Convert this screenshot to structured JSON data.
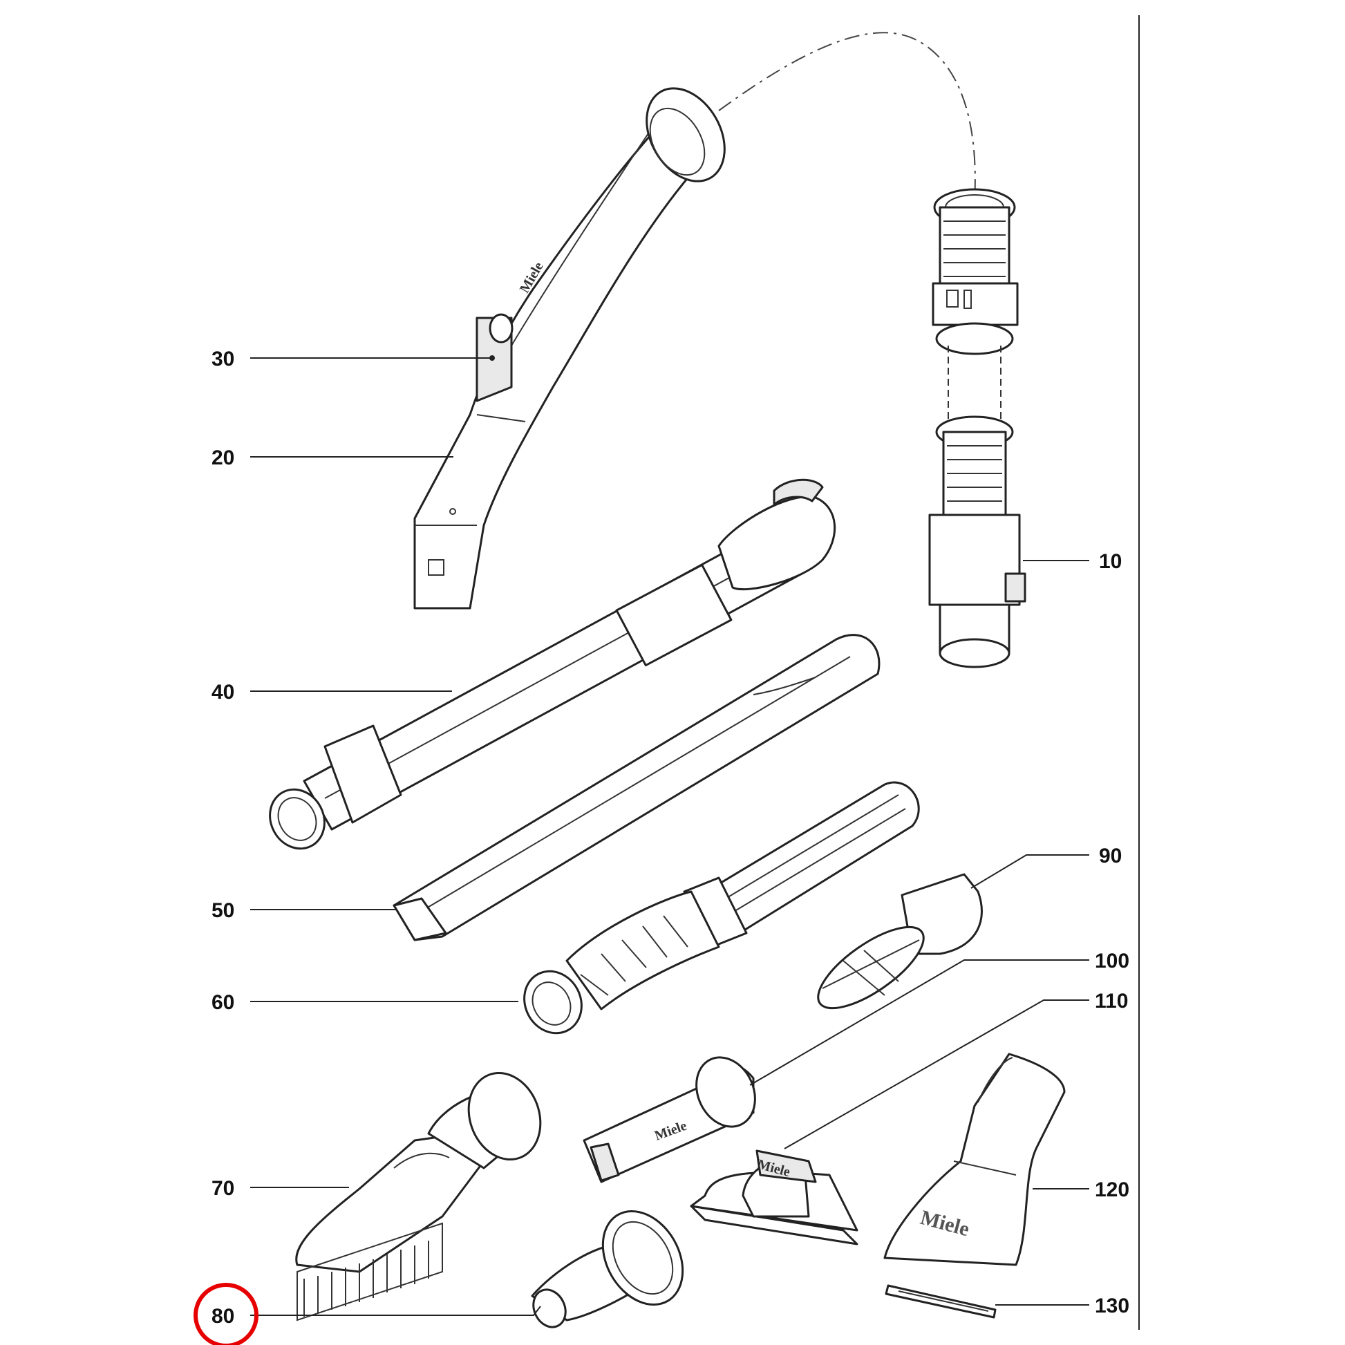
{
  "diagram": {
    "brand_mark": "Miele",
    "callouts": [
      {
        "id": "c30",
        "label": "30"
      },
      {
        "id": "c20",
        "label": "20"
      },
      {
        "id": "c10",
        "label": "10"
      },
      {
        "id": "c40",
        "label": "40"
      },
      {
        "id": "c90",
        "label": "90"
      },
      {
        "id": "c50",
        "label": "50"
      },
      {
        "id": "c100",
        "label": "100"
      },
      {
        "id": "c60",
        "label": "60"
      },
      {
        "id": "c110",
        "label": "110"
      },
      {
        "id": "c70",
        "label": "70"
      },
      {
        "id": "c120",
        "label": "120"
      },
      {
        "id": "c80",
        "label": "80"
      },
      {
        "id": "c130",
        "label": "130"
      }
    ],
    "highlighted_callout": "80",
    "highlight_color": "#e60000"
  }
}
